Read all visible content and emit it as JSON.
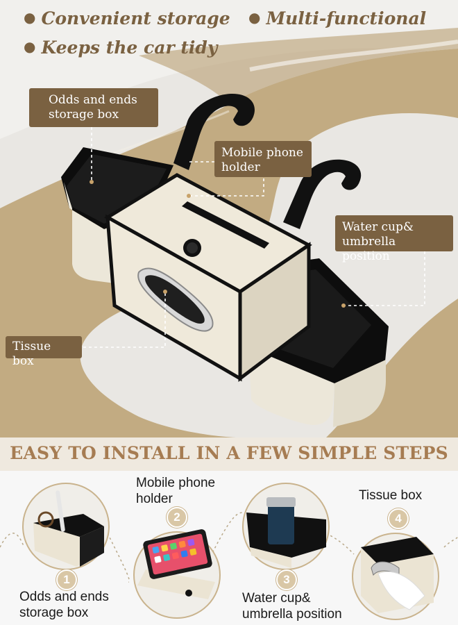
{
  "bullets": [
    "Convenient storage",
    "Multi-functional",
    "Keeps the car tidy"
  ],
  "callouts": {
    "odds": "Odds and ends storage box",
    "mobile": "Mobile phone holder",
    "water": "Water cup& umbrella position",
    "tissue": "Tissue box"
  },
  "banner": "EASY TO INSTALL IN A FEW SIMPLE STEPS",
  "steps": [
    {
      "number": "1",
      "label": "Odds and ends\nstorage box",
      "icon": "odds-box-photo"
    },
    {
      "number": "2",
      "label": "Mobile phone\nholder",
      "icon": "phone-holder-photo"
    },
    {
      "number": "3",
      "label": "Water cup&\numbrella position",
      "icon": "cup-holder-photo"
    },
    {
      "number": "4",
      "label": "Tissue box",
      "icon": "tissue-box-photo"
    }
  ],
  "colors": {
    "brand_brown": "#7a6141",
    "banner_text": "#a67c52",
    "sand": "#c2ab82",
    "product_cream": "#efe9da",
    "product_black": "#111111"
  }
}
